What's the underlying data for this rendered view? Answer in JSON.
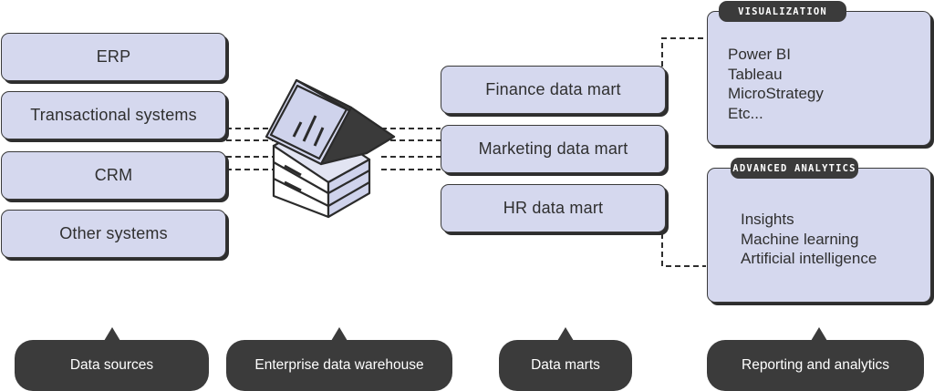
{
  "sources": [
    "ERP",
    "Transactional systems",
    "CRM",
    "Other systems"
  ],
  "marts": [
    "Finance data mart",
    "Marketing data mart",
    "HR data mart"
  ],
  "visualization": {
    "tag": "VISUALIZATION",
    "items": [
      "Power BI",
      "Tableau",
      "MicroStrategy",
      "Etc..."
    ]
  },
  "advanced": {
    "tag": "ADVANCED ANALYTICS",
    "items": [
      "Insights",
      "Machine learning",
      "Artificial intelligence"
    ]
  },
  "footer": [
    "Data sources",
    "Enterprise data warehouse",
    "Data marts",
    "Reporting and analytics"
  ],
  "colors": {
    "box_fill": "#d5d8ee",
    "dark": "#3b3b3b",
    "warehouse_roof": "#cfd3ec",
    "warehouse_body": "#e2e4f2"
  }
}
